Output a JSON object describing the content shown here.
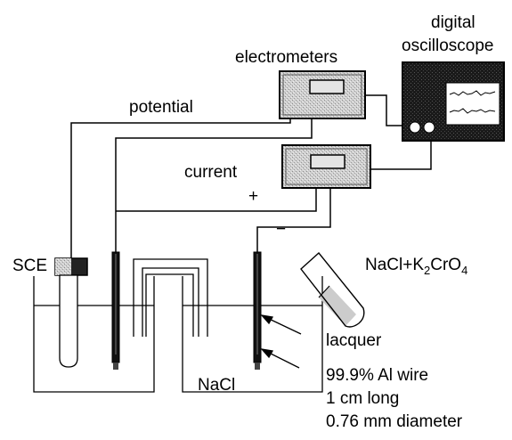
{
  "labels": {
    "electrometers": "electrometers",
    "digital": "digital",
    "oscilloscope": "oscilloscope",
    "potential": "potential",
    "current": "current",
    "plus": "+",
    "minus": "−",
    "sce": "SCE",
    "nacl_left": "NaCl",
    "solution_main": "NaCl+K",
    "solution_sub1": "2",
    "solution_mid": "CrO",
    "solution_sub2": "4",
    "lacquer": "lacquer",
    "wire_purity": "99.9% Al wire",
    "wire_length": "1 cm long",
    "wire_diameter": "0.76 mm diameter"
  },
  "colors": {
    "line": "#000000",
    "instrument_fill": "#c8c8c8",
    "oscilloscope_body": "#1a1a1a",
    "screen": "#ffffff",
    "electrode": "#111111"
  }
}
